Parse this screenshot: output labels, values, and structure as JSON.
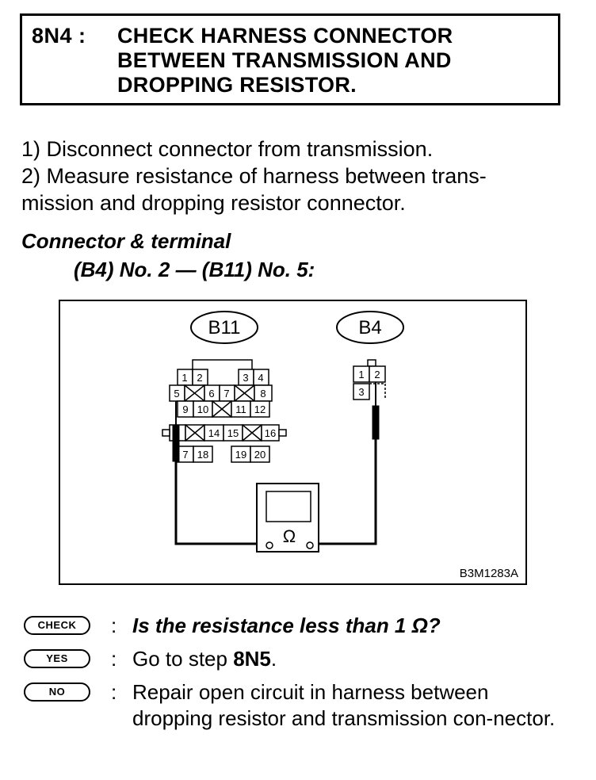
{
  "header": {
    "step_code": "8N4 :",
    "title": "CHECK HARNESS CONNECTOR BETWEEN TRANSMISSION AND DROPPING RESISTOR."
  },
  "instructions": [
    "1)  Disconnect connector from transmission.",
    "2)  Measure resistance of harness between trans-",
    "mission and dropping resistor connector."
  ],
  "connector": {
    "heading": "Connector & terminal",
    "spec": "(B4) No. 2 — (B11) No. 5:"
  },
  "diagram": {
    "connector_left": "B11",
    "connector_right": "B4",
    "left_pins_row1": [
      "1",
      "2",
      "3",
      "4"
    ],
    "left_pins_row2": [
      "5",
      "6",
      "7",
      "8"
    ],
    "left_pins_row3": [
      "9",
      "10",
      "11",
      "12"
    ],
    "left_pins_row4": [
      "14",
      "15",
      "16"
    ],
    "left_pins_row5": [
      "7",
      "18",
      "19",
      "20"
    ],
    "right_pins": [
      "1",
      "2",
      "3"
    ],
    "meter_symbol": "Ω",
    "figure_code": "B3M1283A"
  },
  "qa": {
    "check_badge": "CHECK",
    "check_text": "Is the resistance less than 1 Ω?",
    "yes_badge": "YES",
    "yes_text": "Go to step ",
    "yes_step": "8N5",
    "yes_end": ".",
    "no_badge": "NO",
    "no_text": "Repair open circuit in harness between dropping resistor and transmission con-nector.",
    "colon": ":"
  }
}
